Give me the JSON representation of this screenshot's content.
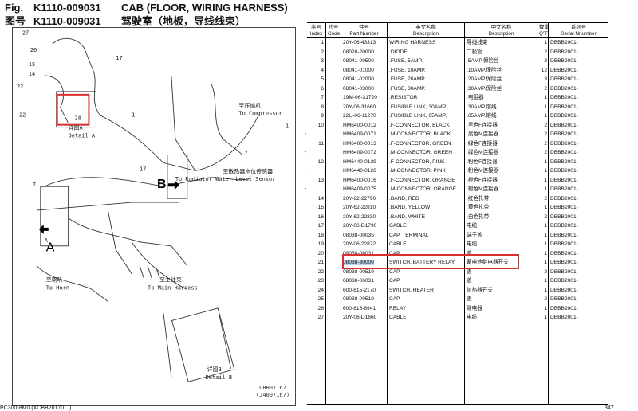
{
  "header": {
    "fig_label": "Fig.",
    "fig_no": "K1110-009031",
    "title_en": "CAB (FLOOR, WIRING HARNESS)",
    "fig_label_cn": "图号",
    "title_cn": "驾驶室（地板，导线线束）"
  },
  "diagram": {
    "labels": {
      "detail_a_cn": "详图A",
      "detail_a": "Detail A",
      "detail_b_cn": "详图B",
      "detail_b": "Detail B",
      "to_compressor_cn": "至压缩机",
      "to_compressor": "To Compressor",
      "to_radiator_cn": "至散热器水位传感器",
      "to_radiator": "To Radiator Water Level Sensor",
      "to_horn_cn": "至喇叭",
      "to_horn": "To Horn",
      "to_main_cn": "至主线束",
      "to_main": "To Main Harness",
      "view_a": "A",
      "view_b": "B",
      "drawing_code": "CBH07167 (J4007167)"
    }
  },
  "table": {
    "headers": [
      {
        "cn": "序号",
        "en": "Index"
      },
      {
        "cn": "代号",
        "en": "Code"
      },
      {
        "cn": "件号",
        "en": "Part Number"
      },
      {
        "cn": "英文名称",
        "en": "Description"
      },
      {
        "cn": "中文名称",
        "en": "Description"
      },
      {
        "cn": "数量",
        "en": "Q'TY"
      },
      {
        "cn": "系列号",
        "en": "Serial Nnumber"
      }
    ],
    "rows": [
      {
        "idx": "1",
        "part": "20Y-06-43313",
        "desc": "WIRING HARNESS",
        "cn": "导线线束",
        "qty": "1",
        "serial": "DBBB2001-"
      },
      {
        "idx": "2",
        "part": "08020-20000",
        "desc": ".DIODE",
        "cn": "二极管",
        "qty": "2",
        "serial": "DBBB2001-"
      },
      {
        "idx": "3",
        "part": "08041-00500",
        "desc": ".FUSE, 5AMP.",
        "cn": ".5AMP.保险丝",
        "qty": "3",
        "serial": "DBBB2001-"
      },
      {
        "idx": "4",
        "part": "08041-01000",
        "desc": ".FUSE, 10AMP.",
        "cn": ".10AMP.保险丝",
        "qty": "12",
        "serial": "DBBB2001-"
      },
      {
        "idx": "5",
        "part": "08041-02000",
        "desc": ".FUSE, 20AMP.",
        "cn": ".20AMP.保险丝",
        "qty": "3",
        "serial": "DBBB2001-"
      },
      {
        "idx": "6",
        "part": "08041-03000",
        "desc": ".FUSE, 30AMP.",
        "cn": ".30AMP.保险丝",
        "qty": "2",
        "serial": "DBBB2001-"
      },
      {
        "idx": "7",
        "part": "19M-06-31720",
        "desc": ".RESISTOR",
        "cn": ".电阻器",
        "qty": "1",
        "serial": "DBBB2001-"
      },
      {
        "idx": "8",
        "part": "20Y-06-31660",
        "desc": ".FUSIBLE LINK, 30AMP.",
        "cn": ".30AMP.熔线",
        "qty": "1",
        "serial": "DBBB2001-"
      },
      {
        "idx": "9",
        "part": "22U-06-11270",
        "desc": ".FUSIBLE LINK, 65AMP.",
        "cn": ".65AMP.熔线",
        "qty": "1",
        "serial": "DBBB2001-"
      },
      {
        "idx": "10",
        "part": "HM6400-0012",
        "desc": ".F-CONNECTOR, BLACK",
        "cn": ".黑色F连接器",
        "qty": "2",
        "serial": "DBBB2001-"
      },
      {
        "idx": "",
        "dash": "-",
        "part": "HM6409-0071",
        "desc": ".M-CONNECTOR, BLACK",
        "cn": ".黑色M连接器",
        "qty": "2",
        "serial": "DBBB2001-"
      },
      {
        "idx": "11",
        "part": "HM6400-0013",
        "desc": ".F-CONNECTOR, GREEN",
        "cn": ".绿色F连接器",
        "qty": "2",
        "serial": "DBBB2001-"
      },
      {
        "idx": "",
        "dash": "-",
        "part": "HM6409-0072",
        "desc": ".M-CONNECTOR, GREEN",
        "cn": ".绿色M连接器",
        "qty": "2",
        "serial": "DBBB2001-"
      },
      {
        "idx": "12",
        "part": "HM6440-0129",
        "desc": ".F-CONNECTOR, PINK",
        "cn": ".粉色F连接器",
        "qty": "1",
        "serial": "DBBB2001-"
      },
      {
        "idx": "",
        "dash": "-",
        "part": "HM6440-0128",
        "desc": ".M-CONNECTOR, PINK",
        "cn": ".粉色M连接器",
        "qty": "1",
        "serial": "DBBB2001-"
      },
      {
        "idx": "13",
        "part": "HM6400-0016",
        "desc": ".F-CONNECTOR, ORANGE",
        "cn": ".橙色F连接器",
        "qty": "1",
        "serial": "DBBB2001-"
      },
      {
        "idx": "",
        "dash": "-",
        "part": "HM6409-0075",
        "desc": ".M-CONNECTOR, ORANGE",
        "cn": ".橙色M连接器",
        "qty": "1",
        "serial": "DBBB2001-"
      },
      {
        "idx": "14",
        "part": "20Y-62-22790",
        "desc": ".BAND, RED",
        "cn": ".红色扎带",
        "qty": "2",
        "serial": "DBBB2001-"
      },
      {
        "idx": "15",
        "part": "20Y-62-22810",
        "desc": ".BAND, YELLOW",
        "cn": ".黄色扎带",
        "qty": "1",
        "serial": "DBBB2001-"
      },
      {
        "idx": "16",
        "part": "20Y-62-22830",
        "desc": ".BAND, WHITE",
        "cn": ".白色扎带",
        "qty": "2",
        "serial": "DBBB2001-"
      },
      {
        "idx": "17",
        "part": "20Y-06-D1790",
        "desc": "CABLE",
        "cn": "电缆",
        "qty": "1",
        "serial": "DBBB2001-"
      },
      {
        "idx": "18",
        "part": "08038-00035",
        "desc": "CAP, TERMINAL",
        "cn": "端子盖",
        "qty": "1",
        "serial": "DBBB2001-"
      },
      {
        "idx": "19",
        "part": "20Y-06-22872",
        "desc": "CABLE",
        "cn": "电缆",
        "qty": "1",
        "serial": "DBBB2001-"
      },
      {
        "idx": "20",
        "part": "08038-06031",
        "desc": "CAP",
        "cn": "盖",
        "qty": "1",
        "serial": "DBBB2001-"
      },
      {
        "idx": "21",
        "part": "08088-30000",
        "desc": "SWITCH, BATTERY RELAY",
        "cn": "蓄电池继电器开关",
        "qty": "1",
        "serial": "DBBB2001-",
        "highlight": true
      },
      {
        "idx": "22",
        "part": "08038-00519",
        "desc": "CAP",
        "cn": "盖",
        "qty": "2",
        "serial": "DBBB2001-"
      },
      {
        "idx": "23",
        "part": "08038-06031",
        "desc": "CAP",
        "cn": "盖",
        "qty": "1",
        "serial": "DBBB2001-"
      },
      {
        "idx": "24",
        "part": "600-815-2170",
        "desc": "SWITCH, HEATER",
        "cn": "加热器开关",
        "qty": "1",
        "serial": "DBBB2001-"
      },
      {
        "idx": "25",
        "part": "08038-00519",
        "desc": "CAP",
        "cn": "盖",
        "qty": "2",
        "serial": "DBBB2001-"
      },
      {
        "idx": "26",
        "part": "600-815-8941",
        "desc": "RELAY",
        "cn": "继电器",
        "qty": "1",
        "serial": "DBBB2001-"
      },
      {
        "idx": "27",
        "part": "20Y-06-D1660",
        "desc": "CABLE",
        "cn": "电缆",
        "qty": "1",
        "serial": "DBBB2001-"
      }
    ]
  },
  "footer": {
    "model": "PC300-8M0 (XCBB20170…)",
    "page": "347"
  },
  "colors": {
    "highlight": "#d9302c",
    "selection": "#bcd3ee"
  }
}
